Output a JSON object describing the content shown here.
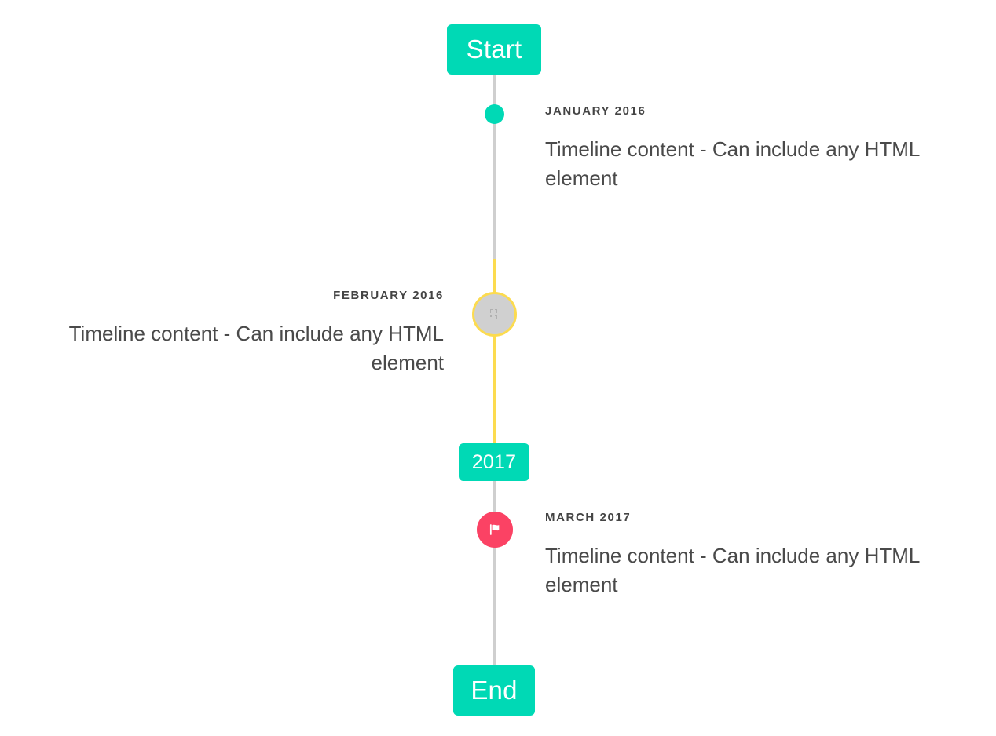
{
  "timeline": {
    "start_label": "Start",
    "end_label": "End",
    "year_label": "2017",
    "entries": [
      {
        "date": "JANUARY 2016",
        "body": "Timeline content - Can include any HTML element",
        "side": "right",
        "marker": "dot"
      },
      {
        "date": "FEBRUARY 2016",
        "body": "Timeline content - Can include any HTML element",
        "side": "left",
        "marker": "image-placeholder"
      },
      {
        "date": "MARCH 2017",
        "body": "Timeline content - Can include any HTML element",
        "side": "right",
        "marker": "flag"
      }
    ]
  },
  "colors": {
    "accent_teal": "#00d9b5",
    "accent_yellow": "#fcdb4f",
    "accent_pink": "#fb4264",
    "rail_gray": "#cfcfcf",
    "marker_gray": "#d0d0d0",
    "text_dark": "#444444",
    "text_body": "#4a4a4a",
    "background": "#ffffff"
  }
}
